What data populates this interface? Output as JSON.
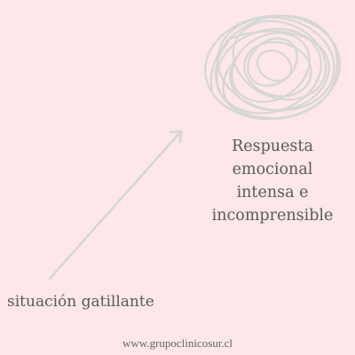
{
  "response": {
    "lines": [
      "Respuesta",
      "emocional",
      "intensa e",
      "incomprensible"
    ]
  },
  "trigger": {
    "label": "situación gatillante"
  },
  "footer": {
    "website": "www.grupoclinicosur.cl"
  },
  "icons": {
    "scribble": "tangled-scribble-icon",
    "arrow": "diagonal-arrow-icon"
  },
  "colors": {
    "background": "#fde7e8",
    "text": "#5a5a5a",
    "line": "#d6d6d6"
  }
}
